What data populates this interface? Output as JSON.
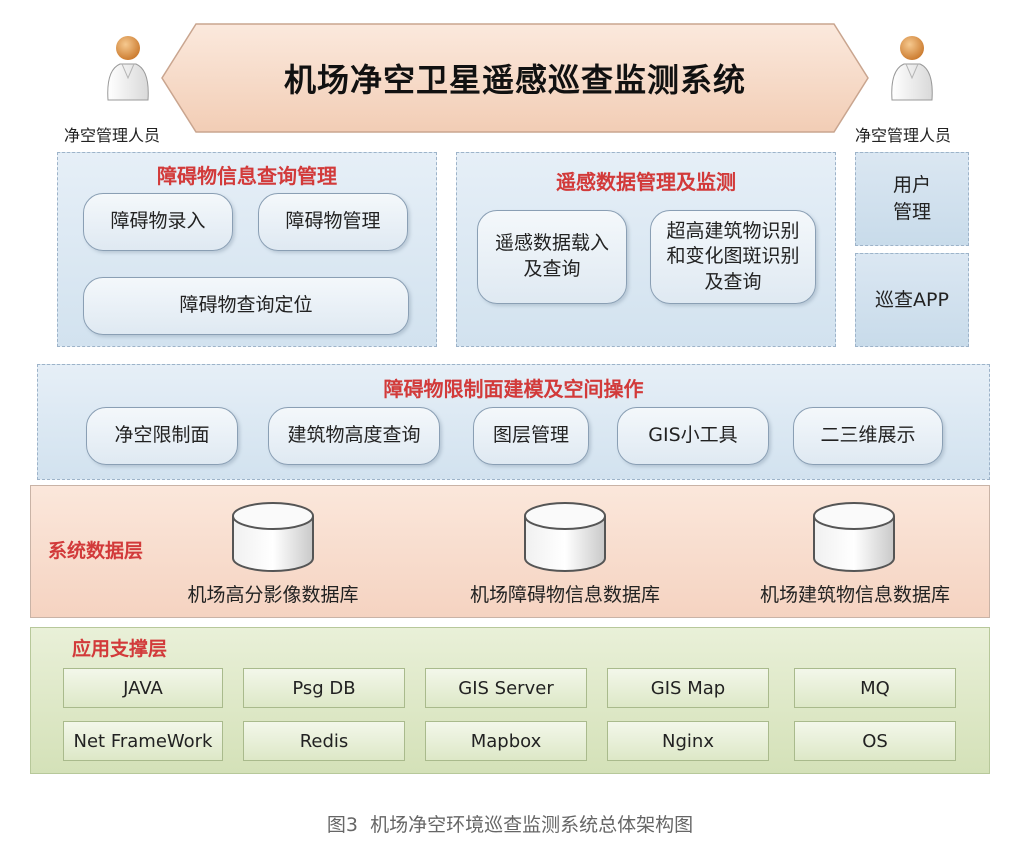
{
  "title": "机场净空卫星遥感巡查监测系统",
  "users": {
    "left_label": "净空管理人员",
    "right_label": "净空管理人员"
  },
  "obstacle_panel": {
    "title": "障碍物信息查询管理",
    "modules": [
      "障碍物录入",
      "障碍物管理",
      "障碍物查询定位"
    ]
  },
  "remote_panel": {
    "title": "遥感数据管理及监测",
    "modules": [
      "遥感数据载入\n及查询",
      "超高建筑物识别\n和变化图斑识别\n及查询"
    ]
  },
  "side_boxes": [
    "用户\n管理",
    "巡查APP"
  ],
  "modeling_panel": {
    "title": "障碍物限制面建模及空间操作",
    "modules": [
      "净空限制面",
      "建筑物高度查询",
      "图层管理",
      "GIS小工具",
      "二三维展示"
    ]
  },
  "data_layer": {
    "title": "系统数据层",
    "databases": [
      "机场高分影像数据库",
      "机场障碍物信息数据库",
      "机场建筑物信息数据库"
    ]
  },
  "app_layer": {
    "title": "应用支撑层",
    "row1": [
      "JAVA",
      "Psg DB",
      "GIS Server",
      "GIS Map",
      "MQ"
    ],
    "row2": [
      "Net FrameWork",
      "Redis",
      "Mapbox",
      "Nginx",
      "OS"
    ]
  },
  "caption": "图3  机场净空环境巡查监测系统总体架构图",
  "colors": {
    "title_red": "#d23a3a",
    "banner_fill": "#f6dbc9",
    "data_layer_fill": "#f5d3c1",
    "app_layer_fill": "#d4e1b8",
    "panel_blue": "#d2e2ef"
  },
  "icons": [
    "person-icon",
    "database-icon"
  ]
}
